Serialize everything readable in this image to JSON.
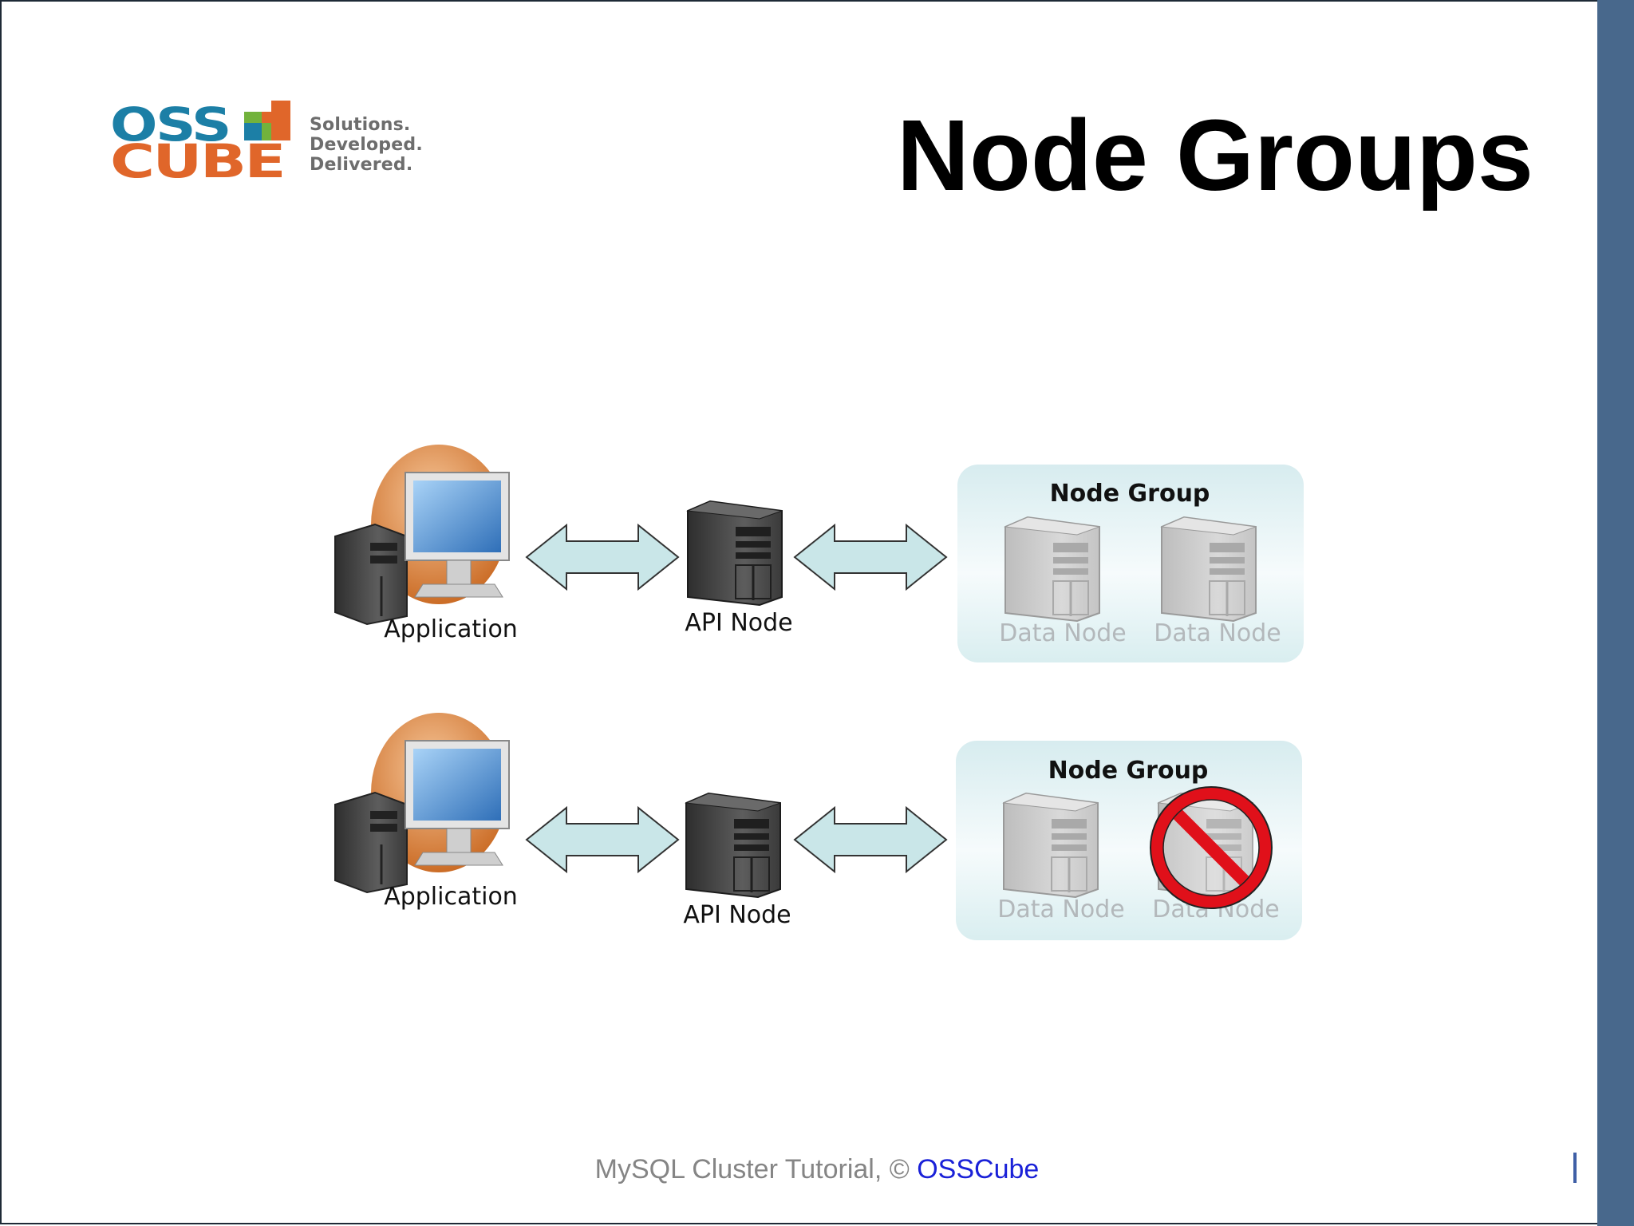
{
  "slide": {
    "title": "Node Groups",
    "logo": {
      "line1": "OSS",
      "line2": "CUBE",
      "tagline": [
        "Solutions.",
        "Developed.",
        "Delivered."
      ],
      "colors": {
        "blue": "#1c7fa6",
        "orange": "#e0662a",
        "green": "#72b23c"
      }
    },
    "footer": {
      "text": "MySQL Cluster Tutorial, © ",
      "link": "OSSCube"
    },
    "accent_color": "#48688c"
  },
  "diagram": {
    "rows": [
      {
        "application_label": "Application",
        "api_label": "API Node",
        "group_title": "Node Group",
        "data_nodes": [
          {
            "label": "Data Node",
            "failed": false
          },
          {
            "label": "Data Node",
            "failed": false
          }
        ]
      },
      {
        "application_label": "Application",
        "api_label": "API Node",
        "group_title": "Node Group",
        "data_nodes": [
          {
            "label": "Data Node",
            "failed": false
          },
          {
            "label": "Data Node",
            "failed": true
          }
        ]
      }
    ],
    "colors": {
      "arrow_fill": "#c9e6e8",
      "group_fill": "#dff0f2",
      "prohibited": "#e0101a"
    }
  }
}
